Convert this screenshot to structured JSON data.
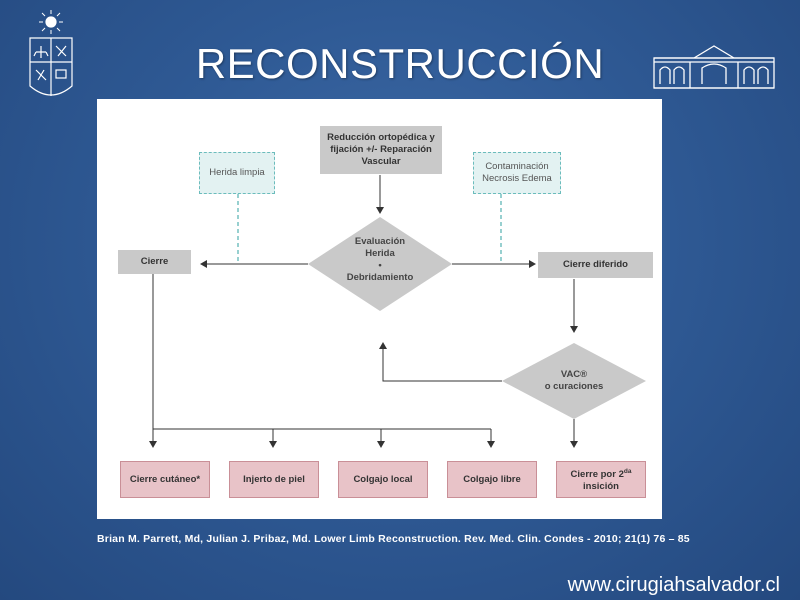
{
  "slide": {
    "title": "RECONSTRUCCIÓN",
    "citation": "Brian M. Parrett, Md, Julian J. Pribaz, Md. Lower Limb Reconstruction. Rev. Med. Clin. Condes - 2010; 21(1) 76 – 85",
    "website": "www.cirugiahsalvador.cl"
  },
  "diagram": {
    "top_box": "Reducción ortopédica y fijación +/- Reparación Vascular",
    "note_left": "Herida limpia",
    "note_right": "Contaminación Necrosis Edema",
    "decision_center_line1": "Evaluación",
    "decision_center_line2": "Herida",
    "decision_center_line3": "•",
    "decision_center_line4": "Debridamiento",
    "left_box": "Cierre",
    "right_box": "Cierre diferido",
    "decision_right_line1": "VAC®",
    "decision_right_line2": "o curaciones",
    "outcomes": [
      "Cierre cutáneo*",
      "Injerto de piel",
      "Colgajo local",
      "Colgajo libre"
    ],
    "outcome_last_main": "Cierre por 2",
    "outcome_last_sup": "da",
    "outcome_last_line2": "insición"
  },
  "colors": {
    "background": "#2f5a95",
    "gray_box": "#c9c9c9",
    "pink_box": "#e8c3c8",
    "dashed_border": "#6bbcbc"
  }
}
